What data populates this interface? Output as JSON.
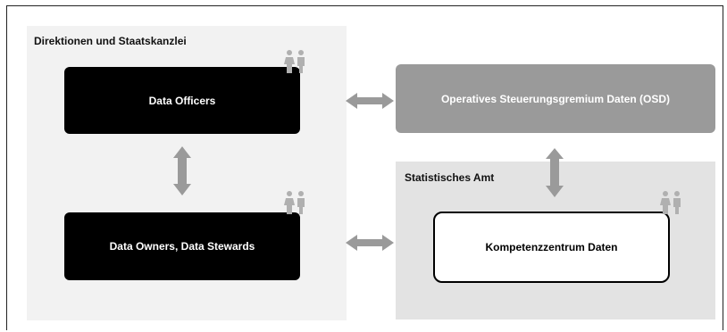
{
  "groups": {
    "left_title": "Direktionen und Staatskanzlei",
    "right_title": "Statistisches Amt"
  },
  "nodes": {
    "data_officers": "Data Officers",
    "data_owners": "Data Owners, Data Stewards",
    "osd": "Operatives Steuerungsgremium Daten (OSD)",
    "kompetenzzentrum": "Kompetenzzentrum Daten"
  },
  "icons": {
    "people": "people-icon",
    "double_arrow": "double-arrow-icon"
  },
  "colors": {
    "black_node": "#000000",
    "gray_node": "#9a9a9a",
    "arrow": "#9a9a9a",
    "left_group_bg": "#f2f2f2",
    "right_group_bg": "#e3e3e3"
  }
}
